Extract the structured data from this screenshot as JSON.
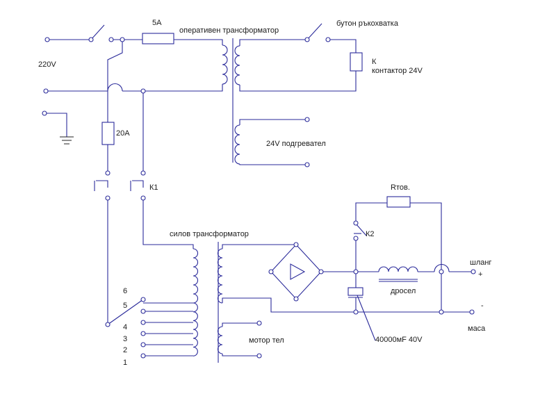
{
  "labels": {
    "fuse_main": "5А",
    "supply": "220V",
    "op_transformer": "оперативен трансформатор",
    "handle_button": "бутон ръкохватка",
    "contactor_k": "К",
    "contactor_desc": "контактор 24V",
    "heater": "24V подгревател",
    "fuse_20a": "20А",
    "k1": "К1",
    "power_transformer": "силов трансформатор",
    "r_tov": "Rтов.",
    "k2": "К2",
    "hose": "шланг",
    "plus": "+",
    "minus": "-",
    "choke": "дросел",
    "ground": "маса",
    "motor": "мотор тел",
    "capacitor": "40000мF 40V",
    "taps": [
      "6",
      "5",
      "4",
      "3",
      "2",
      "1"
    ]
  },
  "colors": {
    "wire": "#2a2a9a",
    "ground": "#222222",
    "text": "#1a1a1a"
  }
}
